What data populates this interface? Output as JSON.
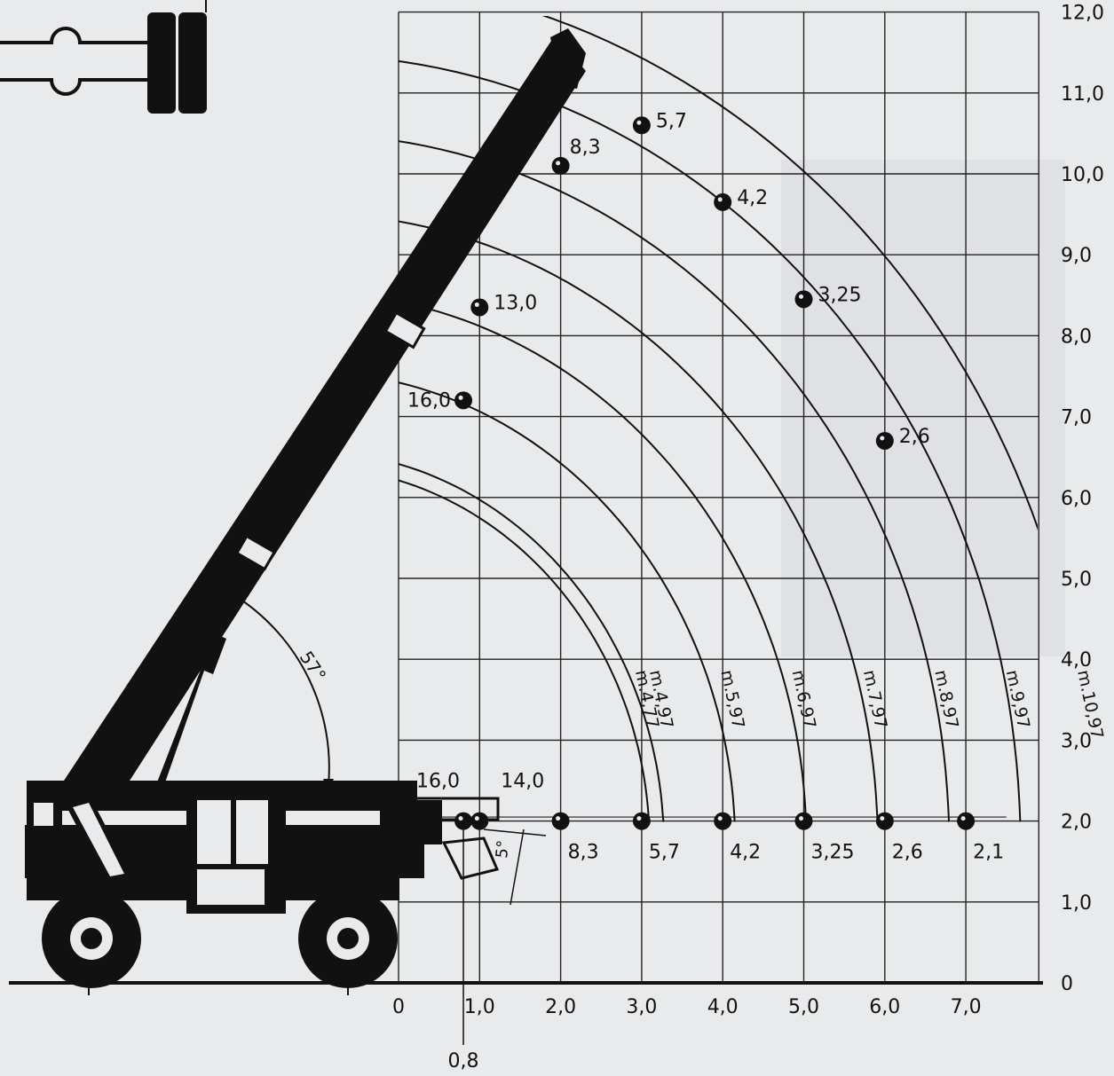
{
  "chart_data": {
    "type": "diagram",
    "x_ticks": [
      {
        "value": 0,
        "label": "0"
      },
      {
        "value": 1,
        "label": "1,0"
      },
      {
        "value": 2,
        "label": "2,0"
      },
      {
        "value": 3,
        "label": "3,0"
      },
      {
        "value": 4,
        "label": "4,0"
      },
      {
        "value": 5,
        "label": "5,0"
      },
      {
        "value": 6,
        "label": "6,0"
      },
      {
        "value": 7,
        "label": "7,0"
      }
    ],
    "extra_x_tick": {
      "value": 0.8,
      "label": "0,8"
    },
    "y_ticks": [
      {
        "value": 0,
        "label": "0"
      },
      {
        "value": 1,
        "label": "1,0"
      },
      {
        "value": 2,
        "label": "2,0"
      },
      {
        "value": 3,
        "label": "3,0"
      },
      {
        "value": 4,
        "label": "4,0"
      },
      {
        "value": 5,
        "label": "5,0"
      },
      {
        "value": 6,
        "label": "6,0"
      },
      {
        "value": 7,
        "label": "7,0"
      },
      {
        "value": 8,
        "label": "8,0"
      },
      {
        "value": 9,
        "label": "9,0"
      },
      {
        "value": 10,
        "label": "10,0"
      },
      {
        "value": 11,
        "label": "11,0"
      },
      {
        "value": 12,
        "label": "12,0"
      }
    ],
    "reach_curves": [
      {
        "label": "m.4,77",
        "radius": 4.77
      },
      {
        "label": "m.4,97",
        "radius": 4.97
      },
      {
        "label": "m.5,97",
        "radius": 5.97
      },
      {
        "label": "m.6,97",
        "radius": 6.97
      },
      {
        "label": "m.7,97",
        "radius": 7.97
      },
      {
        "label": "m.8,97",
        "radius": 8.97
      },
      {
        "label": "m.9,97",
        "radius": 9.97
      },
      {
        "label": "m.10,97",
        "radius": 10.97
      }
    ],
    "load_points": [
      {
        "x": 0.8,
        "y": 2.0,
        "label": "16,0",
        "label_side": "above-left"
      },
      {
        "x": 1.0,
        "y": 2.0,
        "label": "14,0",
        "label_side": "above-right"
      },
      {
        "x": 2.0,
        "y": 2.0,
        "label": "8,3",
        "label_side": "below"
      },
      {
        "x": 3.0,
        "y": 2.0,
        "label": "5,7",
        "label_side": "below"
      },
      {
        "x": 4.0,
        "y": 2.0,
        "label": "4,2",
        "label_side": "below"
      },
      {
        "x": 5.0,
        "y": 2.0,
        "label": "3,25",
        "label_side": "below"
      },
      {
        "x": 6.0,
        "y": 2.0,
        "label": "2,6",
        "label_side": "below"
      },
      {
        "x": 7.0,
        "y": 2.0,
        "label": "2,1",
        "label_side": "below"
      },
      {
        "x": 0.8,
        "y": 7.2,
        "label": "16,0",
        "label_side": "left"
      },
      {
        "x": 1.0,
        "y": 8.35,
        "label": "13,0",
        "label_side": "right"
      },
      {
        "x": 2.0,
        "y": 10.1,
        "label": "8,3",
        "label_side": "above"
      },
      {
        "x": 3.0,
        "y": 10.6,
        "label": "5,7",
        "label_side": "right"
      },
      {
        "x": 4.0,
        "y": 9.65,
        "label": "4,2",
        "label_side": "right"
      },
      {
        "x": 5.0,
        "y": 8.45,
        "label": "3,25",
        "label_side": "right"
      },
      {
        "x": 6.0,
        "y": 6.7,
        "label": "2,6",
        "label_side": "right"
      }
    ],
    "boom_angle_label": "57°",
    "tilt_angle_label": "5°"
  }
}
